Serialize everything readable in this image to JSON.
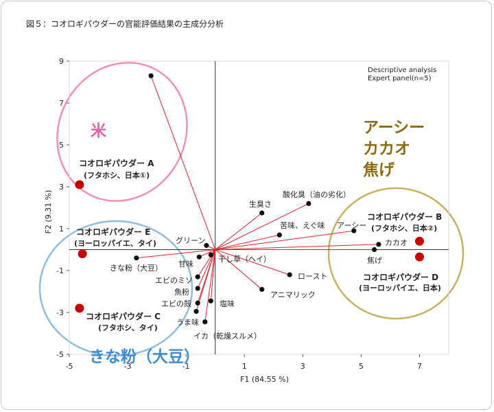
{
  "figure_title": "図５：コオロギパウダーの官能評価結果の主成分分析",
  "chart_data": {
    "type": "scatter",
    "subtype": "pca-biplot",
    "title": "",
    "xlabel": "F1 (84.55 %)",
    "ylabel": "F2 (9.31 %)",
    "xlim": [
      -5,
      8
    ],
    "ylim": [
      -5,
      9
    ],
    "xticks": [
      -5,
      -3,
      -1,
      1,
      3,
      5,
      7
    ],
    "yticks": [
      -5,
      -3,
      -1,
      1,
      3,
      5,
      7,
      9
    ],
    "grid": false,
    "note_lines": [
      "Descriptive analysis",
      "Expert panel(n=5)"
    ],
    "samples": [
      {
        "label": "コオロギパウダー A",
        "sublabel": "(フタホシ、日本①)",
        "x": -4.65,
        "y": 3.1
      },
      {
        "label": "コオロギパウダー E",
        "sublabel": "(ヨーロッパイエ、タイ)",
        "x": -4.55,
        "y": -0.2
      },
      {
        "label": "コオロギパウダー C",
        "sublabel": "(フタホシ、タイ)",
        "x": -4.65,
        "y": -2.8
      },
      {
        "label": "コオロギパウダー B",
        "sublabel": "(フタホシ、日本②)",
        "x": 7.0,
        "y": 0.4
      },
      {
        "label": "コオロギパウダー D",
        "sublabel": "(ヨーロッパイエ、日本)",
        "x": 7.0,
        "y": -0.35
      }
    ],
    "attributes": [
      {
        "label": "米",
        "x": -2.2,
        "y": 8.3
      },
      {
        "label": "酸化臭（油の劣化）",
        "x": 3.2,
        "y": 2.2
      },
      {
        "label": "生臭さ",
        "x": 1.6,
        "y": 1.75
      },
      {
        "label": "苦味、えぐ味",
        "x": 2.2,
        "y": 0.7
      },
      {
        "label": "アーシー",
        "x": 4.75,
        "y": 0.9
      },
      {
        "label": "カカオ",
        "x": 5.6,
        "y": 0.25
      },
      {
        "label": "焦げ",
        "x": 5.45,
        "y": 0.0
      },
      {
        "label": "グリーン",
        "x": -0.3,
        "y": 0.2
      },
      {
        "label": "干し草（ヘイ）",
        "x": -0.15,
        "y": -0.25
      },
      {
        "label": "甘味",
        "x": -0.55,
        "y": -0.35
      },
      {
        "label": "きな粉（大豆）",
        "x": -2.7,
        "y": -0.4
      },
      {
        "label": "エビのミソ",
        "x": -0.6,
        "y": -1.3
      },
      {
        "label": "魚粉",
        "x": -0.6,
        "y": -1.85
      },
      {
        "label": "ロースト",
        "x": 2.55,
        "y": -1.2
      },
      {
        "label": "アニマリック",
        "x": 1.6,
        "y": -1.9
      },
      {
        "label": "エビの殻",
        "x": -0.6,
        "y": -2.55
      },
      {
        "label": "塩味",
        "x": -0.15,
        "y": -2.45
      },
      {
        "label": "うま味",
        "x": -0.65,
        "y": -2.95
      },
      {
        "label": "イカ（乾燥スルメ）",
        "x": -0.35,
        "y": -3.45
      }
    ],
    "groups": [
      {
        "lines": [
          "米"
        ],
        "color": "#ea5fa3"
      },
      {
        "lines": [
          "アーシー",
          "カカオ",
          "焦げ"
        ],
        "color": "#8c6a12"
      },
      {
        "lines": [
          "きな粉（大豆）"
        ],
        "color": "#3d8bd0"
      }
    ],
    "colors": {
      "sample": "#c80000",
      "attribute": "#111111",
      "vector": "#e0202a",
      "ellipse_pink": "#f48cbc",
      "ellipse_blue": "#8fbde0",
      "ellipse_gold": "#c9b060"
    }
  }
}
